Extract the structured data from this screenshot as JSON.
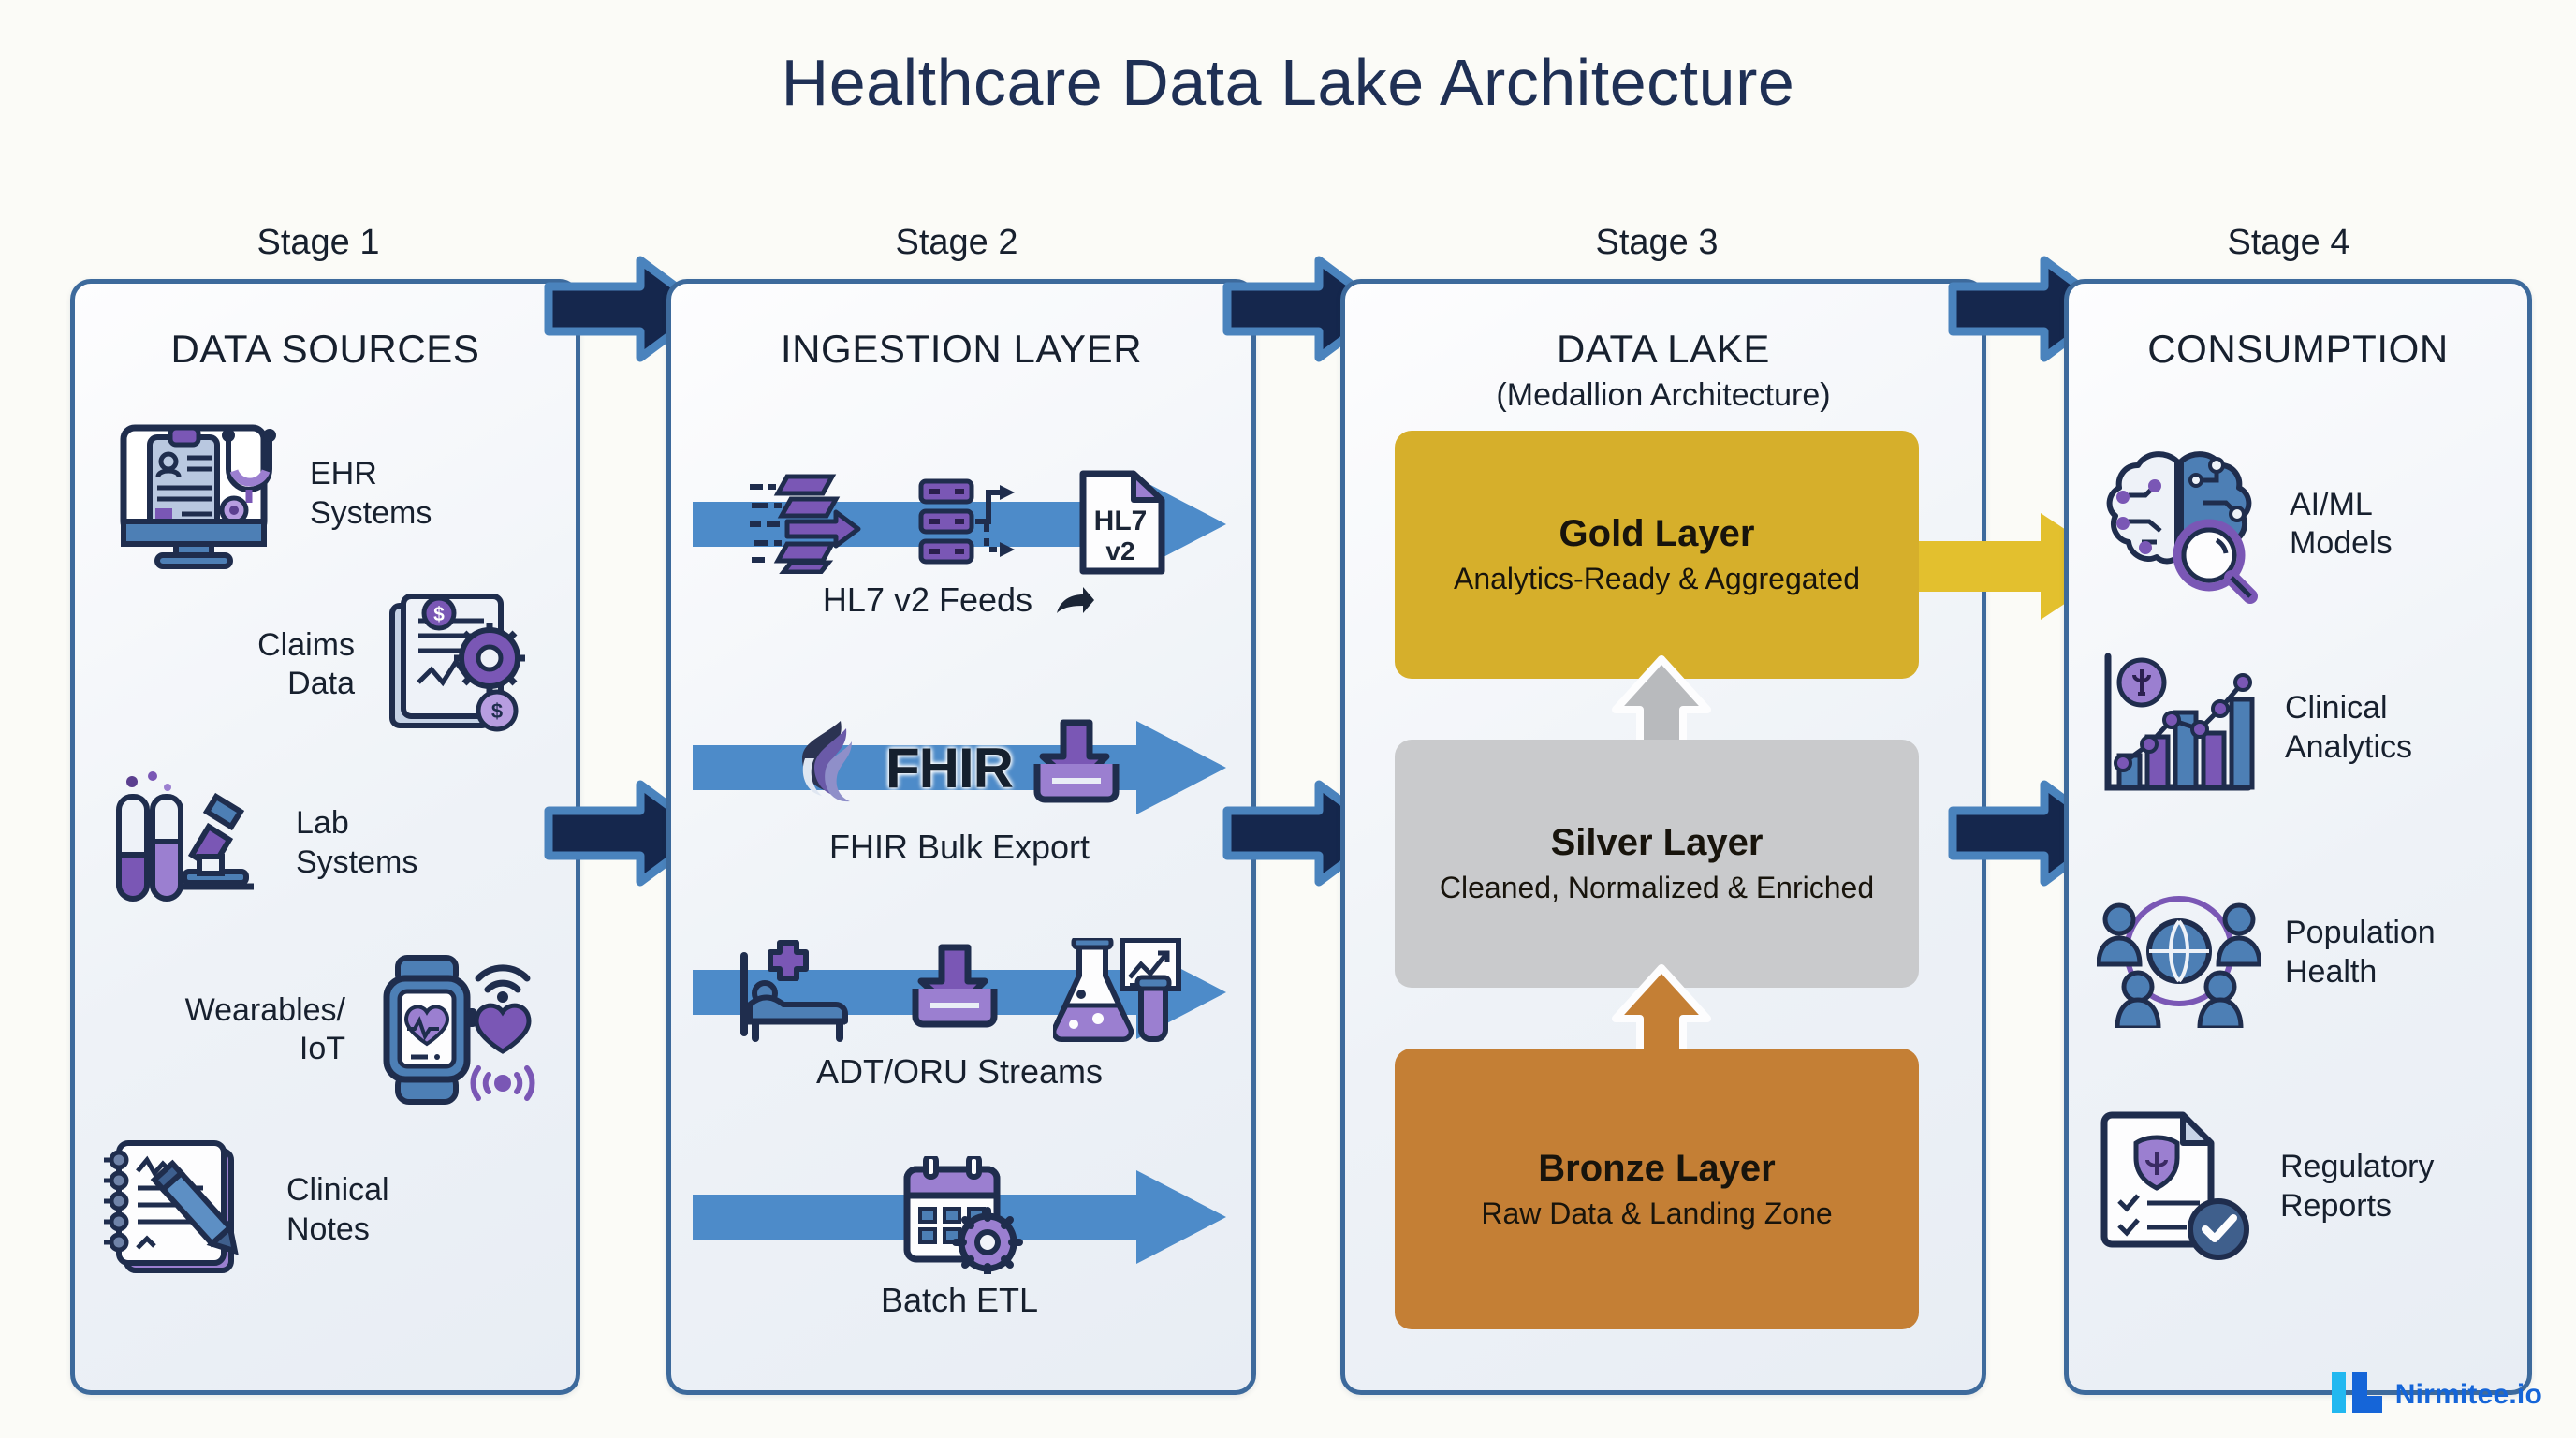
{
  "title": "Healthcare Data Lake Architecture",
  "stages": [
    {
      "label": "Stage 1",
      "title": "DATA SOURCES",
      "subtitle": ""
    },
    {
      "label": "Stage 2",
      "title": "INGESTION LAYER",
      "subtitle": ""
    },
    {
      "label": "Stage 3",
      "title": "DATA LAKE",
      "subtitle": "(Medallion Architecture)"
    },
    {
      "label": "Stage 4",
      "title": "CONSUMPTION",
      "subtitle": ""
    }
  ],
  "sources": [
    {
      "label": "EHR\nSystems",
      "icon": "ehr-monitor-stethoscope-icon",
      "side": "right"
    },
    {
      "label": "Claims\nData",
      "icon": "claims-document-gear-dollar-icon",
      "side": "left"
    },
    {
      "label": "Lab\nSystems",
      "icon": "lab-testtube-microscope-icon",
      "side": "right"
    },
    {
      "label": "Wearables/\nIoT",
      "icon": "smartwatch-heart-wifi-icon",
      "side": "left"
    },
    {
      "label": "Clinical\nNotes",
      "icon": "notebook-pen-icon",
      "side": "right"
    }
  ],
  "ingestion": [
    {
      "caption": "HL7 v2 Feeds",
      "icons": [
        "data-stream-icon",
        "server-routing-icon",
        "hl7-v2-document-icon"
      ],
      "doc_line1": "HL7",
      "doc_line2": "v2",
      "trailing_icon": "share-arrow-icon"
    },
    {
      "caption": "FHIR Bulk Export",
      "icons": [
        "fhir-flame-logo-icon",
        "download-inbox-icon"
      ],
      "wordmark": "FHIR",
      "trailing_icon": ""
    },
    {
      "caption": "ADT/ORU Streams",
      "icons": [
        "hospital-bed-icon",
        "download-inbox-icon",
        "lab-flask-chart-icon"
      ],
      "trailing_icon": ""
    },
    {
      "caption": "Batch ETL",
      "icons": [
        "calendar-gear-icon"
      ],
      "trailing_icon": ""
    }
  ],
  "medallion": [
    {
      "name": "Gold Layer",
      "desc": "Analytics-Ready & Aggregated",
      "color": "#D6AF2B"
    },
    {
      "name": "Silver Layer",
      "desc": "Cleaned, Normalized & Enriched",
      "color": "#C9CACC"
    },
    {
      "name": "Bronze Layer",
      "desc": "Raw Data & Landing Zone",
      "color": "#C47F35"
    }
  ],
  "consumption": [
    {
      "label": "AI/ML\nModels",
      "icon": "brain-magnifier-icon"
    },
    {
      "label": "Clinical\nAnalytics",
      "icon": "bar-line-chart-medical-icon"
    },
    {
      "label": "Population\nHealth",
      "icon": "globe-people-icon"
    },
    {
      "label": "Regulatory\nReports",
      "icon": "document-check-shield-icon"
    }
  ],
  "colors": {
    "panel_border": "#3d6a9c",
    "connector_fill": "#15274d",
    "connector_stroke": "#4a83bd",
    "flow_arrow": "#4d8bc9",
    "gold_arrow": "#E3C02E",
    "accent_purple": "#7A57B5",
    "accent_blue": "#4d7fb5",
    "title_color": "#1f3055",
    "logo_cyan": "#22B8F0",
    "logo_blue": "#1565D8"
  },
  "logo": {
    "text": "Nirmitee.io"
  }
}
